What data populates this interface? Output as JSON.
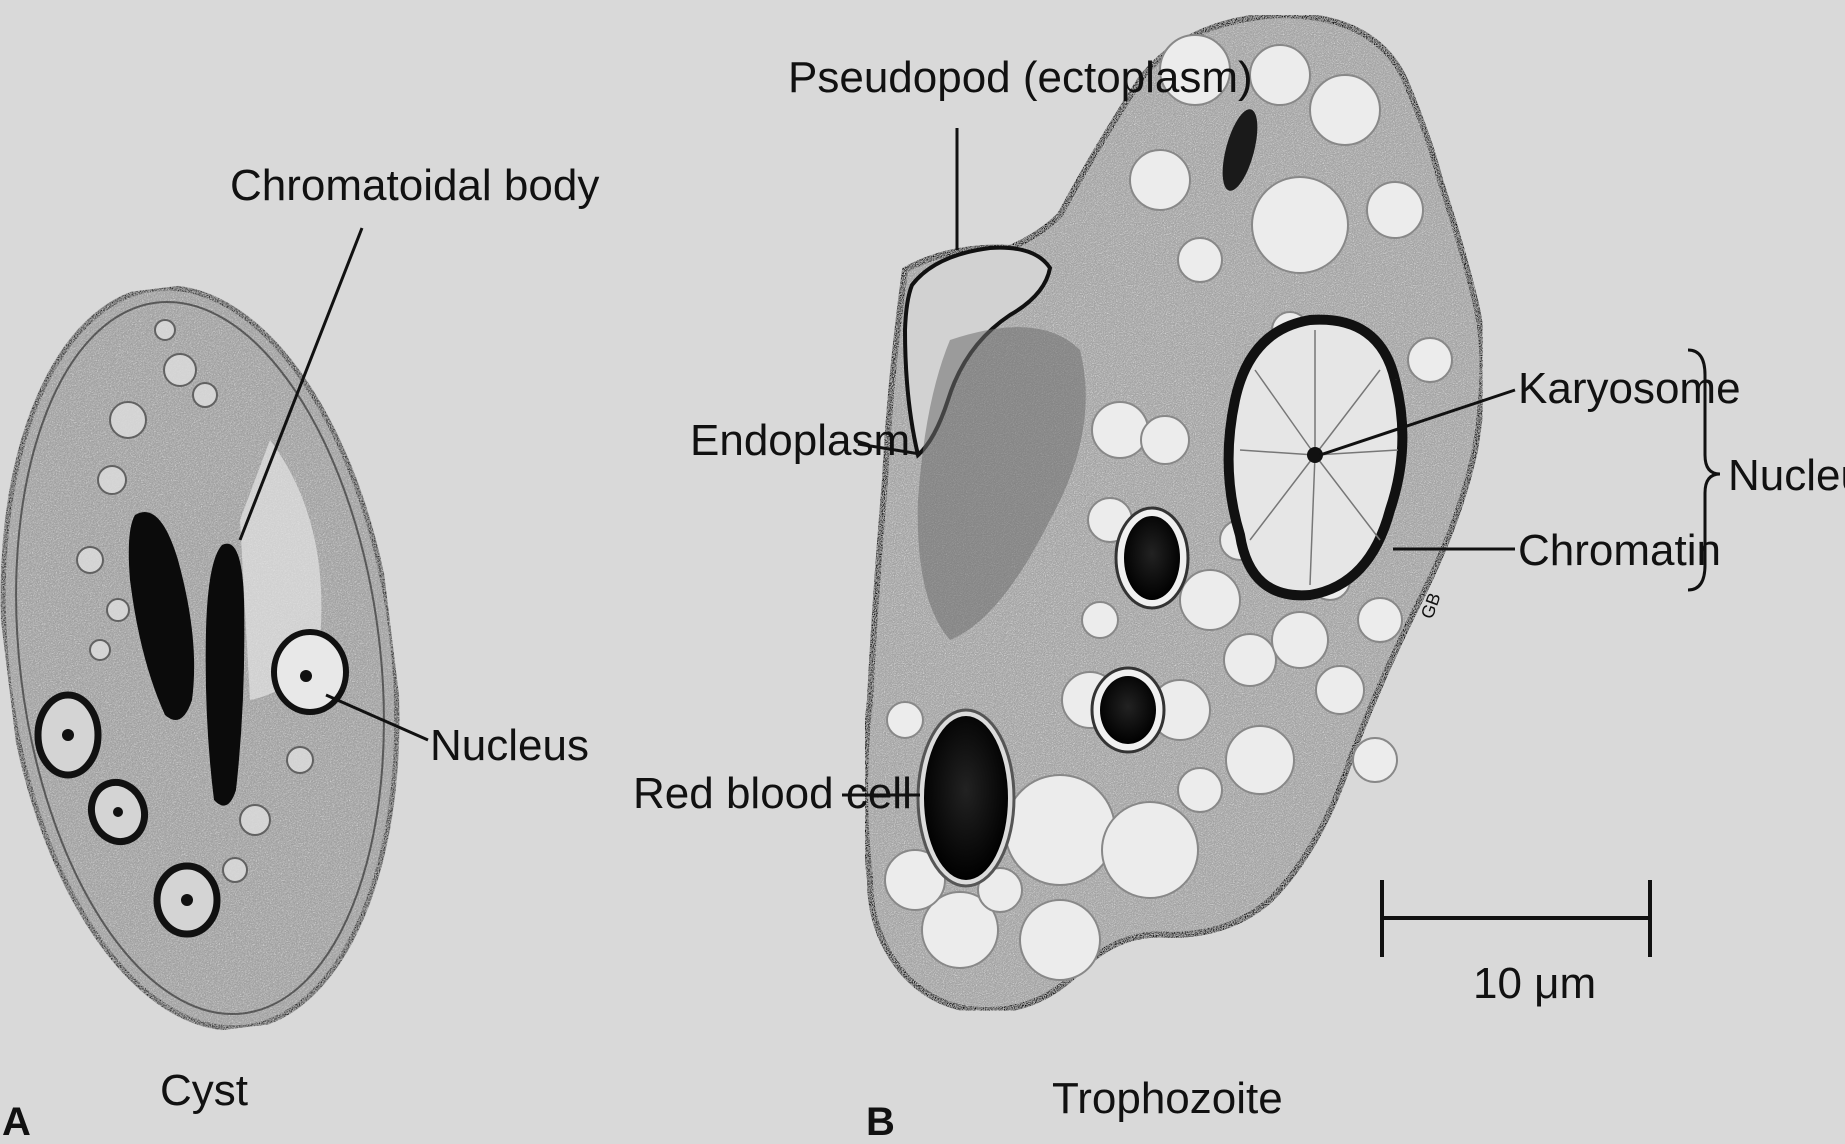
{
  "panels": {
    "a": {
      "letter": "A",
      "caption": "Cyst",
      "labels": {
        "chromatoidal_body": "Chromatoidal body",
        "nucleus": "Nucleus"
      }
    },
    "b": {
      "letter": "B",
      "caption": "Trophozoite",
      "labels": {
        "pseudopod": "Pseudopod (ectoplasm)",
        "endoplasm": "Endoplasm",
        "red_blood_cell": "Red blood cell",
        "karyosome": "Karyosome",
        "chromatin": "Chromatin",
        "nucleus_group": "Nucleus"
      },
      "scale_bar": "10 μm"
    }
  },
  "colors": {
    "background": "#d9d9d9",
    "ink": "#111111",
    "cytoplasm": "#a9a9a9",
    "vacuole": "#eeeeee"
  }
}
